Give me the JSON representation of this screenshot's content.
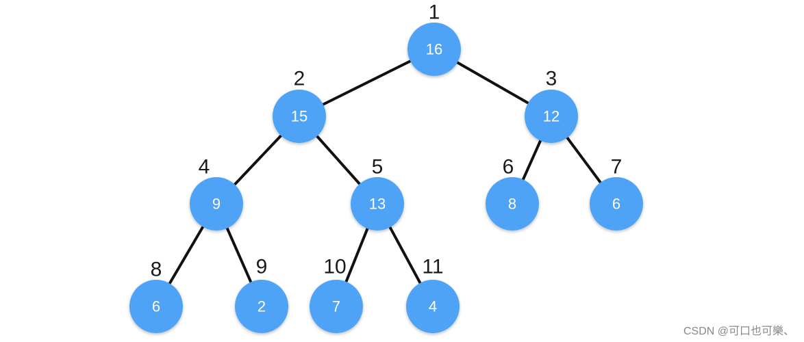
{
  "tree": {
    "nodes": [
      {
        "index": "1",
        "value": "16"
      },
      {
        "index": "2",
        "value": "15"
      },
      {
        "index": "3",
        "value": "12"
      },
      {
        "index": "4",
        "value": "9"
      },
      {
        "index": "5",
        "value": "13"
      },
      {
        "index": "6",
        "value": "8"
      },
      {
        "index": "7",
        "value": "6"
      },
      {
        "index": "8",
        "value": "6"
      },
      {
        "index": "9",
        "value": "2"
      },
      {
        "index": "10",
        "value": "7"
      },
      {
        "index": "11",
        "value": "4"
      }
    ],
    "colors": {
      "node_fill": "#4fa3f7",
      "node_text": "#ffffff",
      "edge": "#111111",
      "index_text": "#1a1a1a"
    }
  },
  "watermark": "CSDN @可口也可樂、"
}
